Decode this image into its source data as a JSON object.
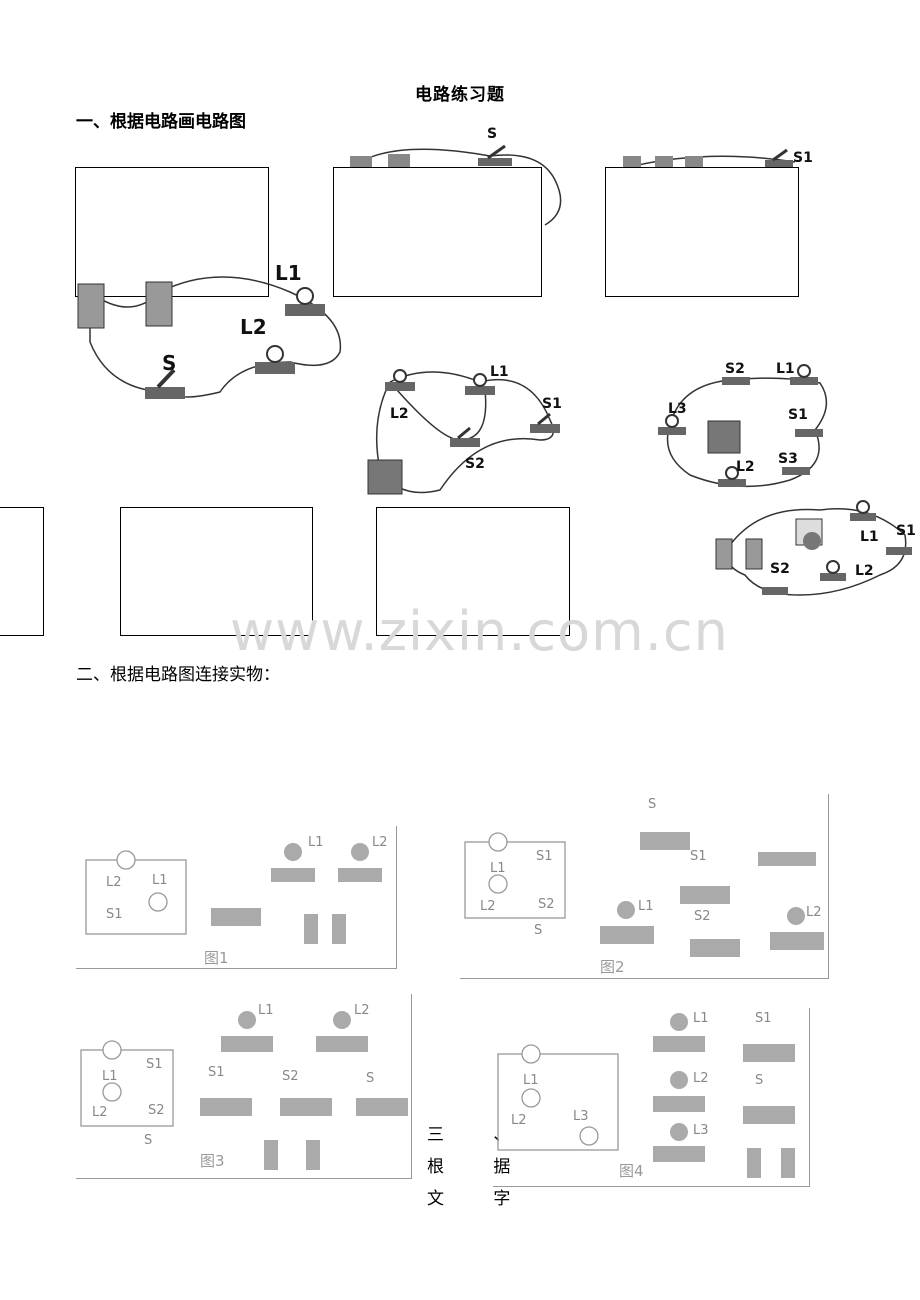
{
  "page": {
    "title": "电路练习题",
    "section1": "一、根据电路画电路图",
    "section2": "二、根据电路图连接实物：",
    "section3_lines": [
      "三 、",
      "根 据",
      "文 字"
    ],
    "watermark": "www.zixin.com.cn"
  },
  "circuit_labels": {
    "c1": {
      "l1": "L1",
      "l2": "L2",
      "s": "S"
    },
    "c2": {
      "s": "S"
    },
    "c3": {
      "s1": "S1"
    },
    "c4": {
      "l1": "L1",
      "l2": "L2",
      "s1": "S1",
      "s2": "S2"
    },
    "c5": {
      "l1": "L1",
      "l2": "L2",
      "l3": "L3",
      "s1": "S1",
      "s2": "S2",
      "s3": "S3"
    },
    "c6": {
      "l1": "L1",
      "l2": "L2",
      "s1": "S1",
      "s2": "S2"
    }
  },
  "figures": {
    "fig1": {
      "caption": "图1",
      "labels": {
        "l1": "L1",
        "l2": "L2",
        "s1": "S1"
      }
    },
    "fig2": {
      "caption": "图2",
      "labels": {
        "l1": "L1",
        "l2": "L2",
        "s": "S",
        "s1": "S1",
        "s2": "S2"
      }
    },
    "fig3": {
      "caption": "图3",
      "labels": {
        "l1": "L1",
        "l2": "L2",
        "s": "S",
        "s1": "S1",
        "s2": "S2"
      }
    },
    "fig4": {
      "caption": "图4",
      "labels": {
        "l1": "L1",
        "l2": "L2",
        "l3": "L3",
        "s": "S",
        "s1": "S1"
      }
    }
  }
}
